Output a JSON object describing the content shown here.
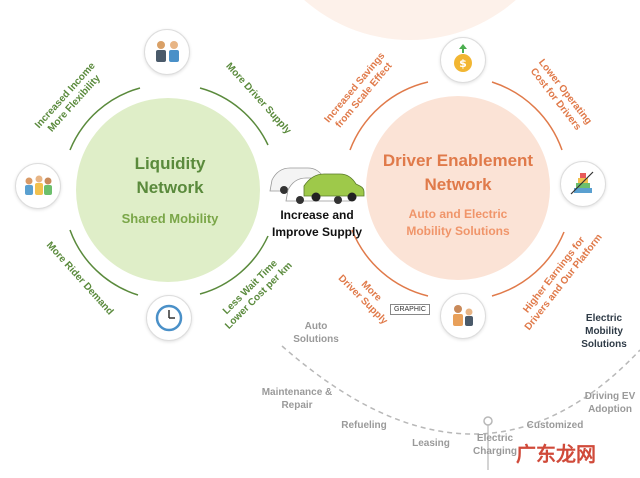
{
  "left": {
    "title_line1": "Liquidity",
    "title_line2": "Network",
    "subtitle": "Shared Mobility",
    "arc_top_left_1": "Increased Income",
    "arc_top_left_2": "More Flexibility",
    "arc_top_right": "More Driver Supply",
    "arc_bottom_left": "More Rider Demand",
    "arc_bottom_right_1": "Less Wait Time",
    "arc_bottom_right_2": "Lower Cost per km"
  },
  "center": {
    "line1": "Increase and",
    "line2": "Improve Supply"
  },
  "right": {
    "title_line1": "Driver Enablement",
    "title_line2": "Network",
    "subtitle_line1": "Auto and Electric",
    "subtitle_line2": "Mobility Solutions",
    "arc_top_left_1": "Increased Savings",
    "arc_top_left_2": "from Scale Effect",
    "arc_top_right_1": "Lower Operating",
    "arc_top_right_2": "Cost for Drivers",
    "arc_bottom_left_1": "More",
    "arc_bottom_left_2": "Driver Supply",
    "arc_bottom_right_1": "Higher Earnings for",
    "arc_bottom_right_2": "Drivers and Our Platform"
  },
  "badge": "GRAPHIC",
  "bottom": {
    "auto_1": "Auto",
    "auto_2": "Solutions",
    "maint_1": "Maintenance &",
    "maint_2": "Repair",
    "refueling": "Refueling",
    "leasing": "Leasing",
    "elec_charging_1": "Electric",
    "elec_charging_2": "Charging",
    "customized": "Customized",
    "elec_mob_1": "Electric",
    "elec_mob_2": "Mobility",
    "elec_mob_3": "Solutions",
    "driving_ev_1": "Driving EV",
    "driving_ev_2": "Adoption"
  },
  "watermark": "广东龙网",
  "colors": {
    "green": "#5a8a3c",
    "green_fill": "#dfeec8",
    "orange": "#e07a4a",
    "orange_fill": "#fbe3d6",
    "grey": "#9a9a9a"
  },
  "icons": [
    "meeting-icon",
    "coin-growth-icon",
    "group-people-icon",
    "bar-chart-growth-icon",
    "clock-icon",
    "family-icon",
    "cars-icon"
  ]
}
